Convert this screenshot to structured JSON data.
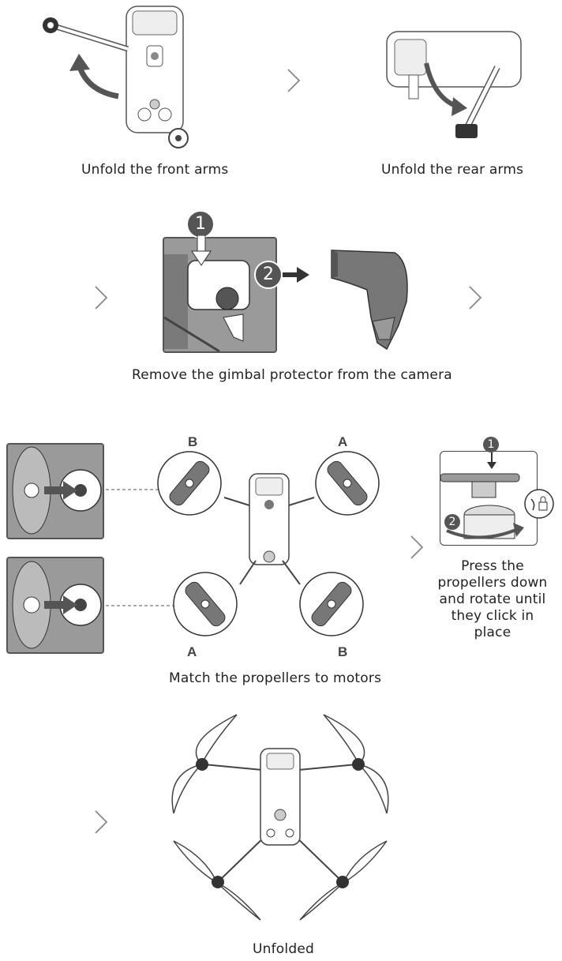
{
  "steps": {
    "front_arms": "Unfold the front arms",
    "rear_arms": "Unfold the rear arms",
    "gimbal": "Remove the gimbal protector from the camera",
    "match": "Match the propellers to motors",
    "press": "Press the propellers down and rotate until they click in place",
    "unfolded": "Unfolded"
  },
  "markers": {
    "one": "1",
    "two": "2"
  },
  "propellers": {
    "top_left": "B",
    "top_right": "A",
    "bottom_left": "A",
    "bottom_right": "B"
  },
  "icons": {
    "next": "chevron-right-icon",
    "lock": "lock-icon",
    "rotate": "rotate-arrow-icon"
  },
  "colors": {
    "panel_gray": "#9a9a9a",
    "marker": "#555555",
    "line": "#333333"
  }
}
